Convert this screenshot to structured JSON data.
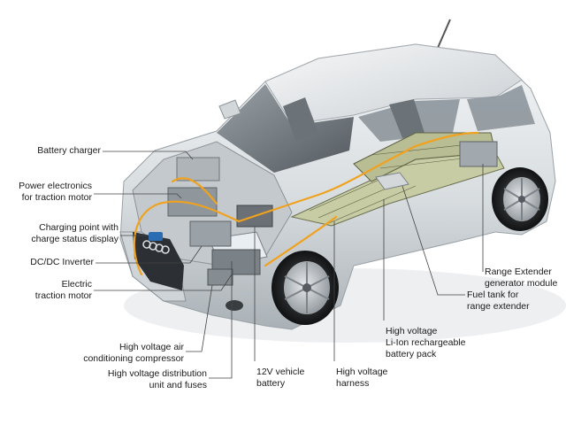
{
  "labels": {
    "battery_charger": [
      "Battery charger"
    ],
    "power_electronics": [
      "Power electronics",
      "for traction motor"
    ],
    "charging_point": [
      "Charging point with",
      "charge status display"
    ],
    "dcdc_inverter": [
      "DC/DC Inverter"
    ],
    "traction_motor": [
      "Electric",
      "traction motor"
    ],
    "ac_compressor": [
      "High voltage air",
      "conditioning compressor"
    ],
    "distribution_unit": [
      "High voltage distribution",
      "unit and fuses"
    ],
    "vehicle_battery_12v": [
      "12V vehicle",
      "battery"
    ],
    "hv_harness": [
      "High voltage",
      "harness"
    ],
    "li_ion_pack": [
      "High voltage",
      "Li-Ion rechargeable",
      "battery pack"
    ],
    "fuel_tank": [
      "Fuel tank for",
      "range extender"
    ],
    "range_extender": [
      "Range Extender",
      "generator module"
    ]
  },
  "colors": {
    "body_paint": "#dfe3e6",
    "hv_cable": "#f0a21e",
    "battery_cells": "#c9cfa6",
    "leader_line": "#444444"
  }
}
